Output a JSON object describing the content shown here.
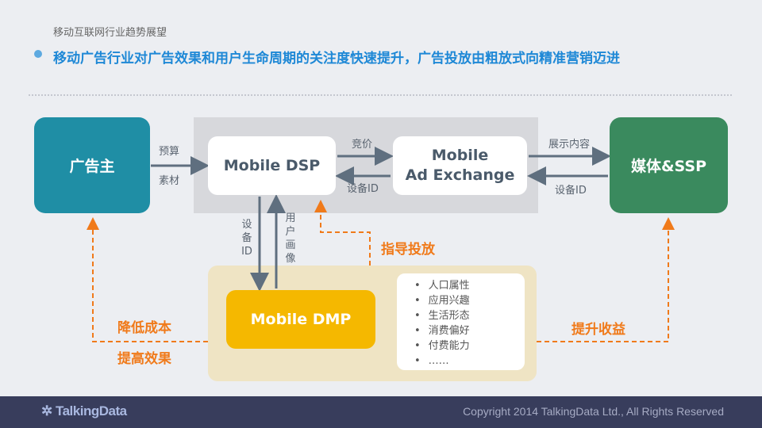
{
  "header": {
    "subtitle": "移动互联网行业趋势展望",
    "headline": "移动广告行业对广告效果和用户生命周期的关注度快速提升，广告投放由粗放式向精准营销迈进"
  },
  "nodes": {
    "advertiser": "广告主",
    "dsp": "Mobile DSP",
    "adx_line1": "Mobile",
    "adx_line2": "Ad Exchange",
    "ssp": "媒体&SSP",
    "dmp": "Mobile DMP"
  },
  "edges": {
    "budget": "预算",
    "material": "素材",
    "bid": "竞价",
    "device_id_adx": "设备ID",
    "show_content": "展示内容",
    "device_id_ssp": "设备ID",
    "device_id_v": "设备ID",
    "user_profile_v": "用户画像"
  },
  "feedback": {
    "guide": "指导投放",
    "cost_down": "降低成本",
    "effect_up": "提高效果",
    "revenue_up": "提升收益"
  },
  "dmp_list": [
    "人口属性",
    "应用兴趣",
    "生活形态",
    "消费偏好",
    "付费能力",
    "……"
  ],
  "footer": {
    "logo": "TalkingData",
    "copyright": "Copyright 2014 TalkingData Ltd., All Rights Reserved"
  }
}
